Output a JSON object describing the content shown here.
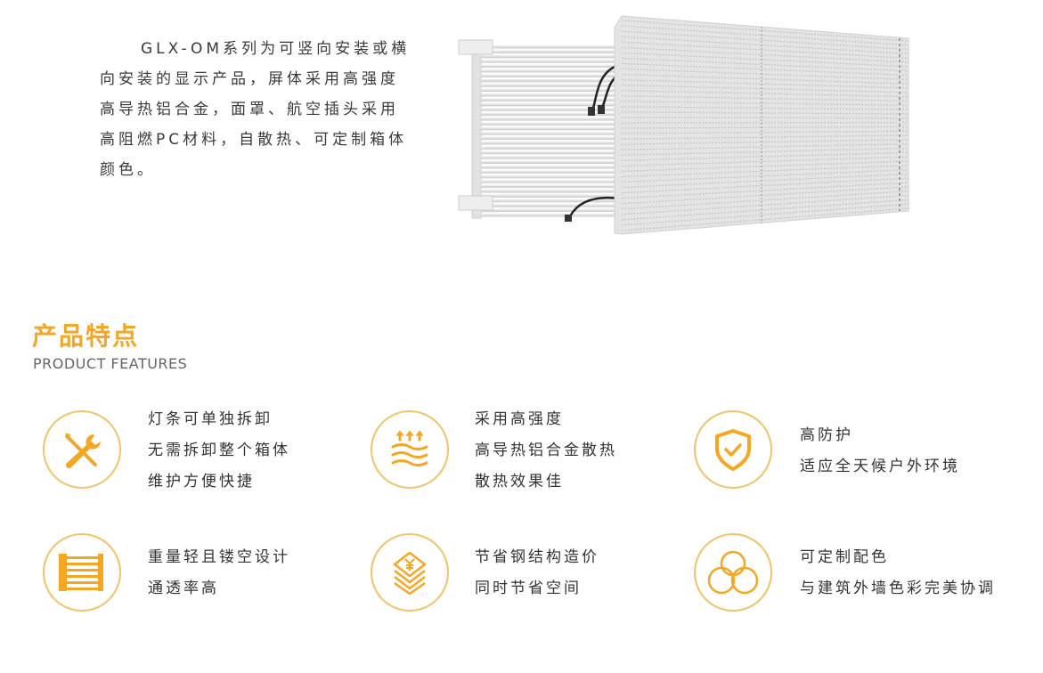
{
  "intro": {
    "lines": [
      "GLX-OM系列为可竖向安装或横",
      "向安装的显示产品，屏体采用高强度",
      "高导热铝合金，面罩、航空插头采用",
      "高阻燃PC材料，自散热、可定制箱体",
      "颜色。"
    ]
  },
  "section": {
    "title": "产品特点",
    "subtitle": "PRODUCT FEATURES"
  },
  "colors": {
    "accent": "#f5a623",
    "circle_border": "#f0c36a",
    "text": "#333333"
  },
  "features": [
    {
      "icon": "tools-icon",
      "lines": [
        "灯条可单独拆卸",
        "无需拆卸整个箱体",
        "维护方便快捷"
      ]
    },
    {
      "icon": "heat-dissipation-icon",
      "lines": [
        "采用高强度",
        "高导热铝合金散热",
        "散热效果佳"
      ]
    },
    {
      "icon": "shield-check-icon",
      "lines": [
        "高防护",
        "适应全天候户外环境"
      ]
    },
    {
      "icon": "grille-icon",
      "lines": [
        "重量轻且镂空设计",
        "通透率高"
      ]
    },
    {
      "icon": "yuan-layers-icon",
      "lines": [
        "节省钢结构造价",
        "同时节省空间"
      ]
    },
    {
      "icon": "color-circles-icon",
      "lines": [
        "可定制配色",
        "与建筑外墙色彩完美协调"
      ]
    }
  ]
}
